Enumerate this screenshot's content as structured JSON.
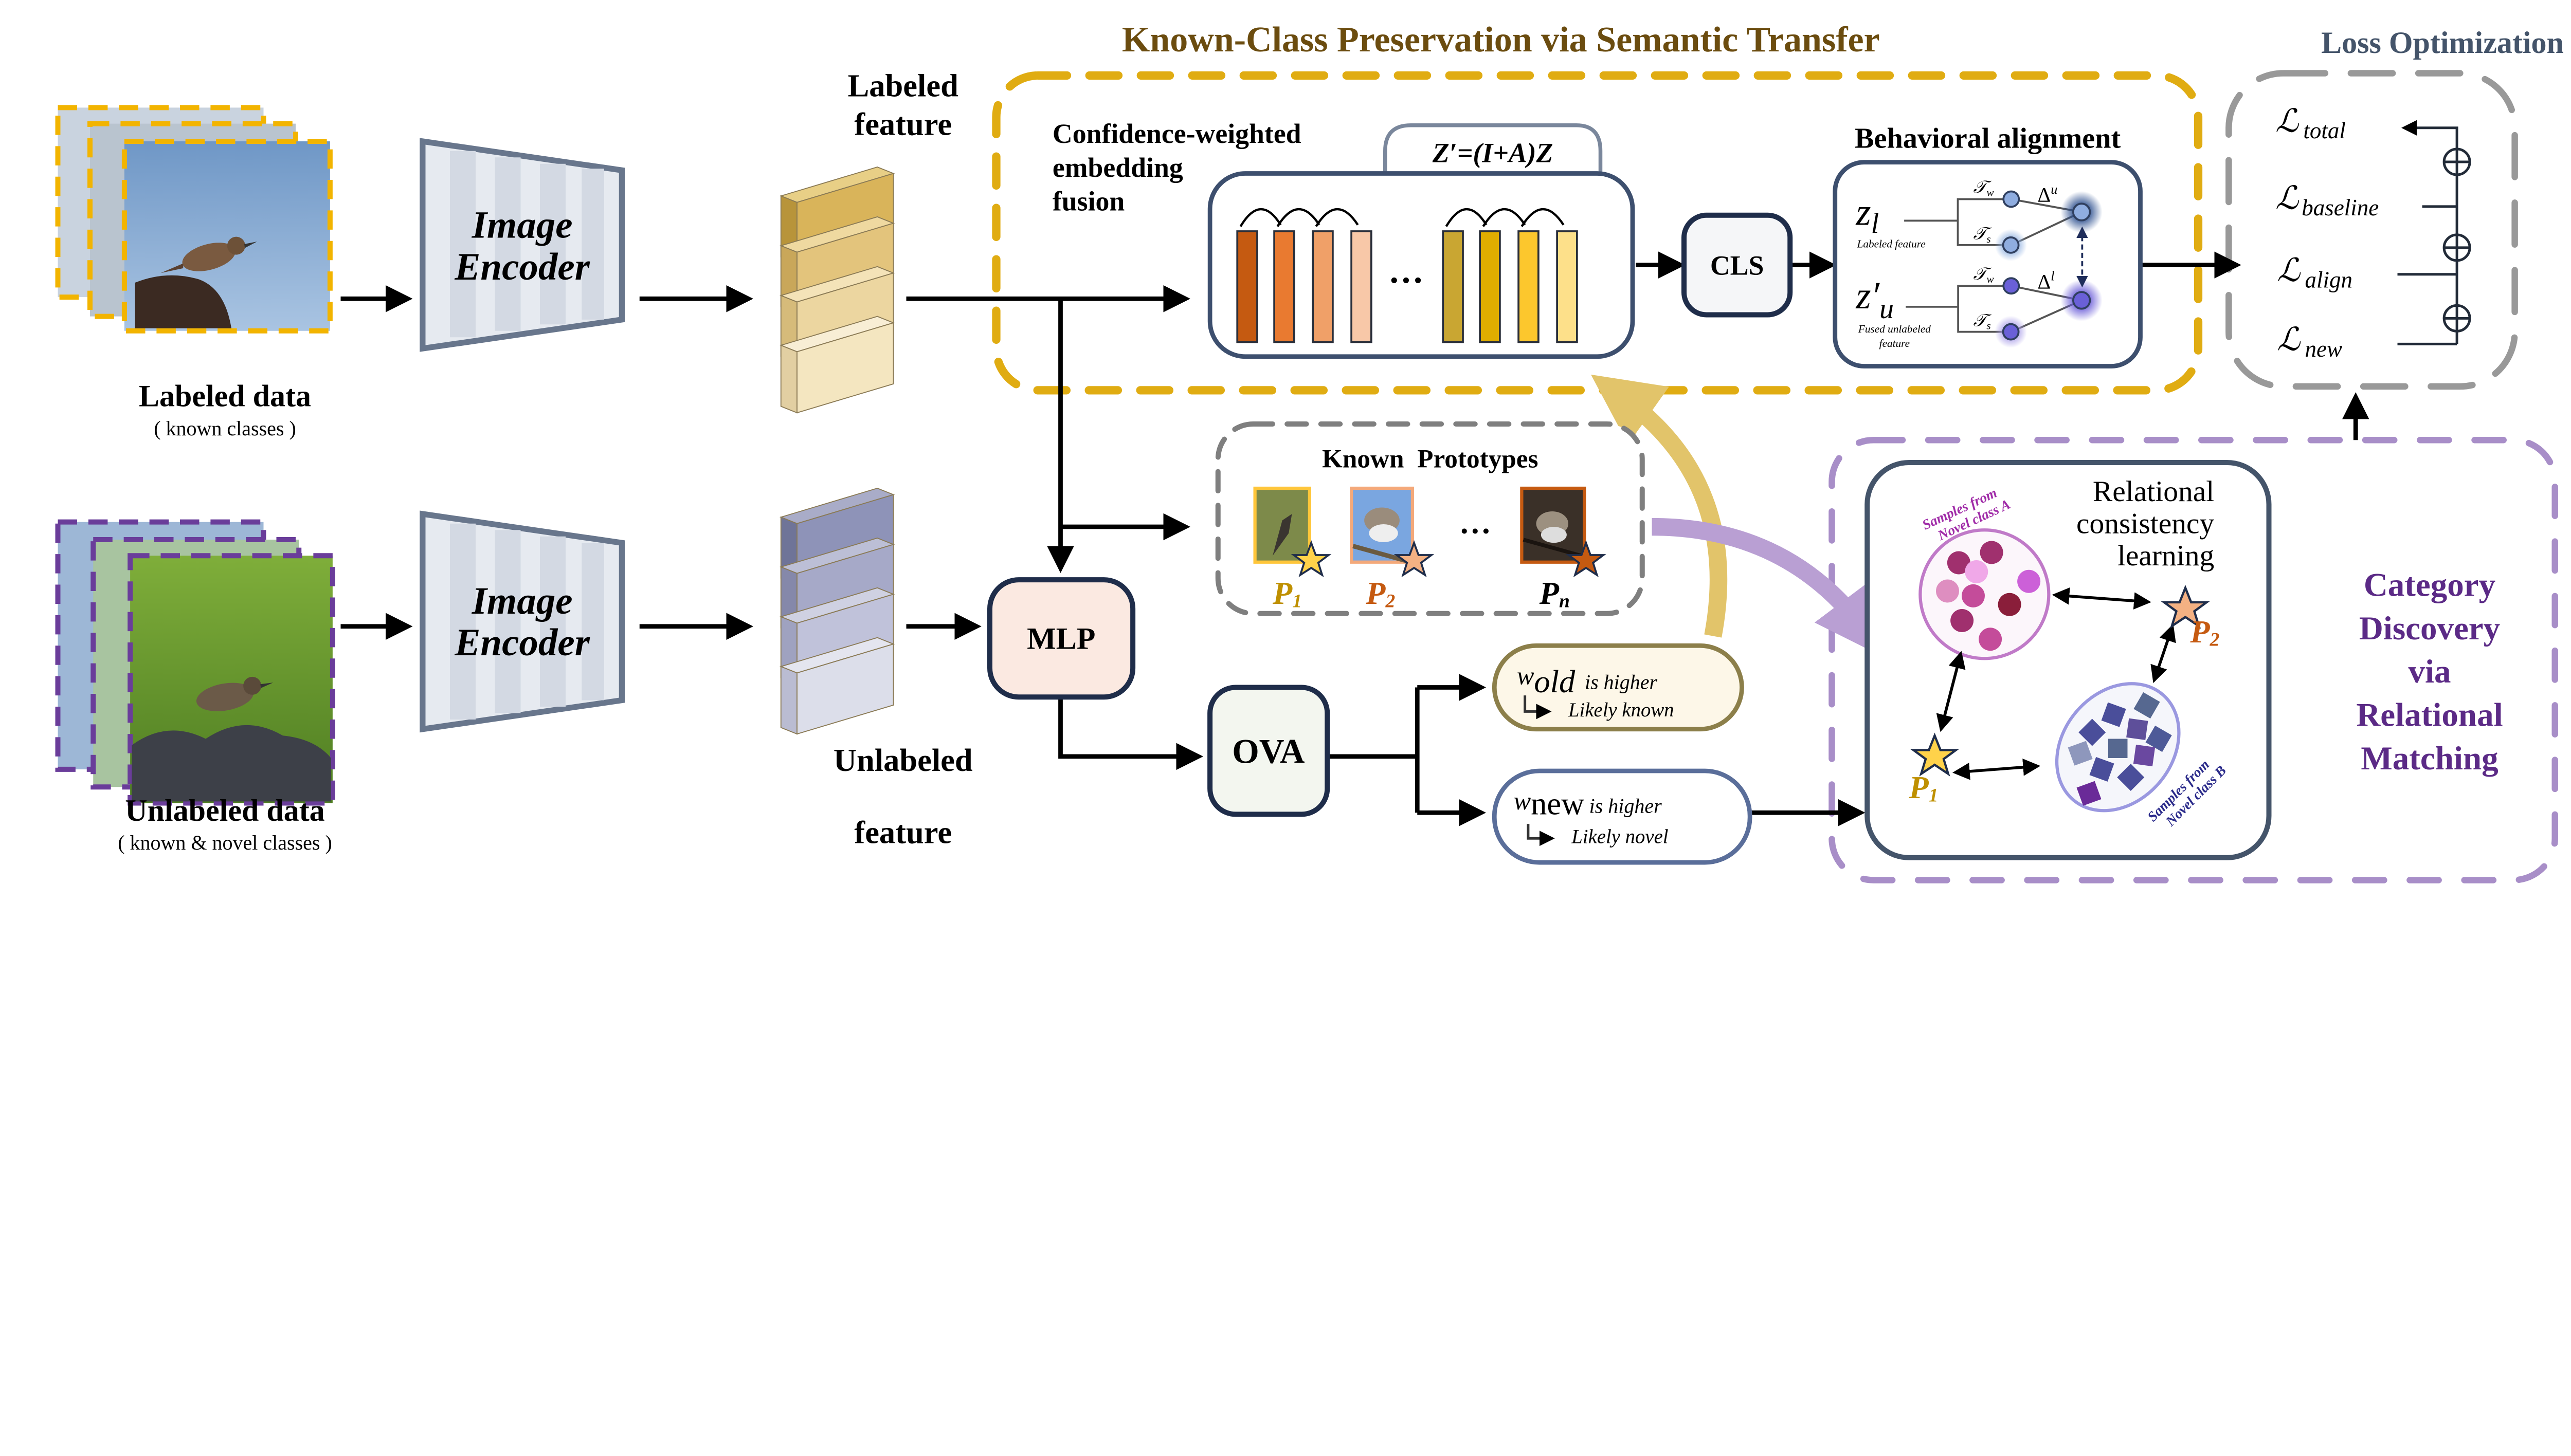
{
  "sections": {
    "known_title": "Known-Class Preservation via Semantic Transfer",
    "loss_title": "Loss Optimization",
    "category_title": [
      "Category",
      "Discovery",
      "via",
      "Relational",
      "Matching"
    ]
  },
  "inputs": {
    "labeled_label": "Labeled data",
    "labeled_sub": "( known classes )",
    "unlabeled_label": "Unlabeled data",
    "unlabeled_sub": "( known & novel classes )"
  },
  "encoder": {
    "line1": "Image",
    "line2": "Encoder"
  },
  "features": {
    "labeled": [
      "Labeled",
      "feature"
    ],
    "unlabeled": [
      "Unlabeled",
      "feature"
    ]
  },
  "fusion": {
    "title": [
      "Confidence-weighted",
      "embedding",
      "fusion"
    ],
    "formula": "Z′=(I+A)Z",
    "ellipsis": "…"
  },
  "cls": "CLS",
  "behavioral": {
    "title": "Behavioral alignment",
    "z_l": "z",
    "z_l_sub": "l",
    "z_l_caption": "Labeled feature",
    "z_u": "z′",
    "z_u_sub": "u",
    "z_u_caption": [
      "Fused unlabeled",
      "feature"
    ],
    "t_w": "𝒯",
    "t_w_sub": "w",
    "t_s": "𝒯",
    "t_s_sub": "s",
    "delta_u": "Δ",
    "delta_u_sup": "u",
    "delta_l": "Δ",
    "delta_l_sup": "l"
  },
  "loss": {
    "symbol": "ℒ",
    "terms": [
      "total",
      "baseline",
      "align",
      "new"
    ]
  },
  "prototypes": {
    "title": "Known  Prototypes",
    "ellipsis": "…",
    "items": [
      {
        "label": "P",
        "sub": "1",
        "color": "#bf9000"
      },
      {
        "label": "P",
        "sub": "2",
        "color": "#c55a11"
      },
      {
        "label": "P",
        "sub": "n",
        "color": "#000000"
      }
    ]
  },
  "mlp": "MLP",
  "ova": "OVA",
  "ova_outputs": {
    "old": {
      "w": "w",
      "sub": "old",
      "text": "is higher",
      "result": "Likely known"
    },
    "new": {
      "w": "w",
      "sub": "new",
      "text": "is higher",
      "result": "Likely novel"
    }
  },
  "relational": {
    "title": [
      "Relational",
      "consistency",
      "learning"
    ],
    "class_a": [
      "Samples from",
      "Novel class A"
    ],
    "class_b": [
      "Samples from",
      "Novel class B"
    ],
    "p1": "P",
    "p1_sub": "1",
    "p2": "P",
    "p2_sub": "2"
  },
  "colors": {
    "known_box": "#e0ac12",
    "known_title": "#6b4c0f",
    "loss_title": "#44546a",
    "category_box": "#a88ec8",
    "category_title": "#5b2a86",
    "node_dark": "#2f4a6b"
  }
}
